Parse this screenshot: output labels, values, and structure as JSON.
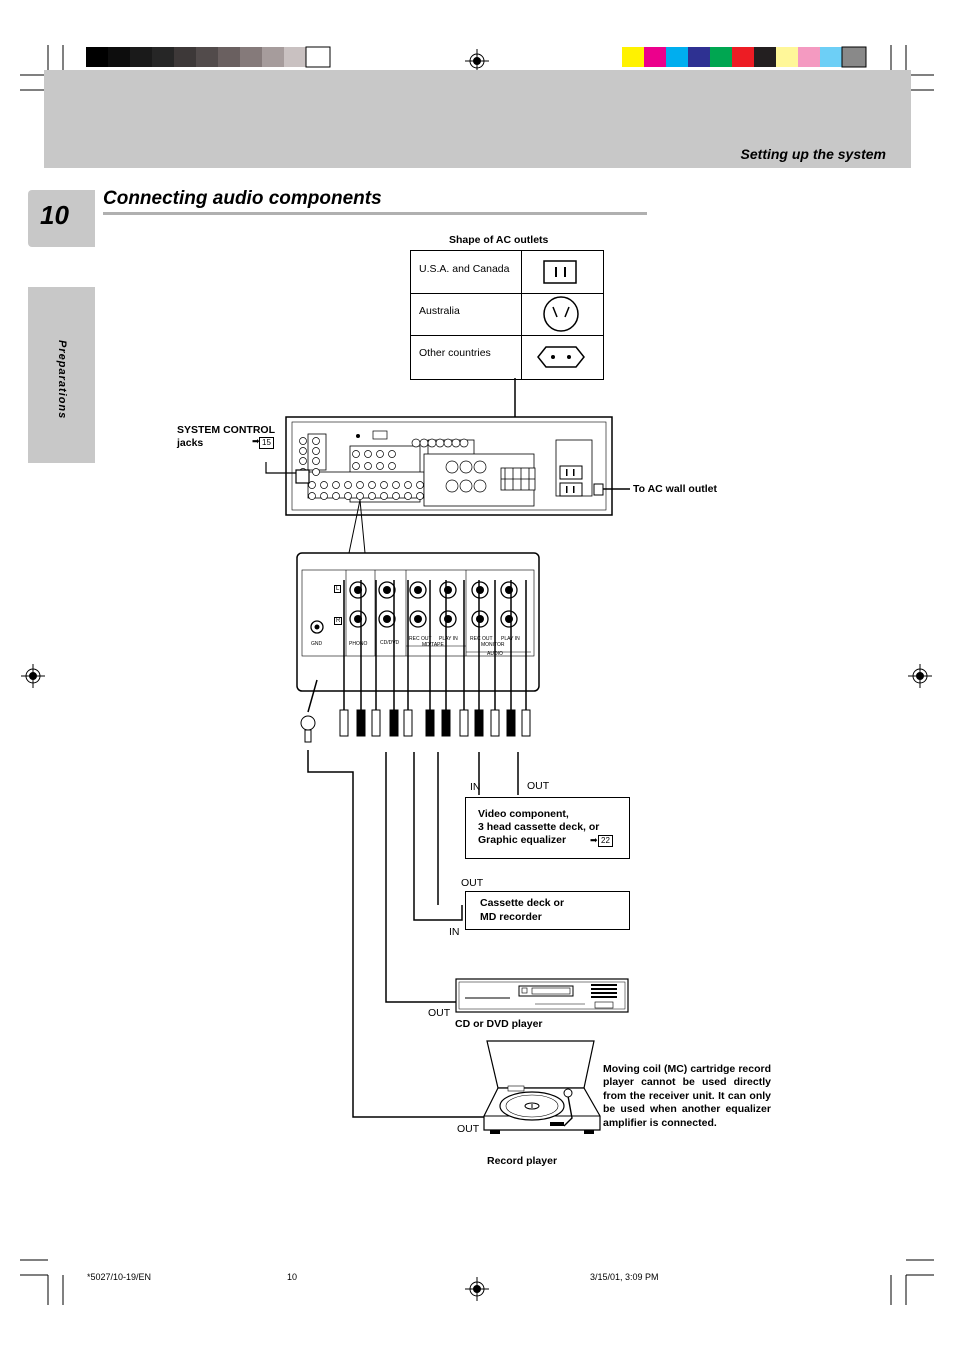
{
  "header": {
    "section": "Setting up the system"
  },
  "page": {
    "number": "10",
    "side_tab": "Preparations"
  },
  "title": "Connecting audio components",
  "ac_outlets": {
    "heading": "Shape of AC outlets",
    "rows": [
      {
        "label": "U.S.A. and Canada"
      },
      {
        "label": "Australia"
      },
      {
        "label": "Other countries"
      }
    ]
  },
  "labels": {
    "system_control": "SYSTEM CONTROL",
    "jacks": "jacks",
    "system_control_ref": "15",
    "ac_wall": "To AC wall outlet"
  },
  "jack_panel": {
    "l": "L",
    "r": "R",
    "gnd": "GND",
    "phono": "PHONO",
    "cd_dvd": "CD/DVD",
    "rec_out_1": "REC OUT",
    "play_in_1": "PLAY IN",
    "md_tape": "MD/TAPE",
    "rec_out_2": "REC OUT",
    "play_in_2": "PLAY IN",
    "monitor": "MONITOR",
    "audio": "AUDIO"
  },
  "devices": {
    "video": {
      "line1": "Video component,",
      "line2": "3 head cassette deck, or",
      "line3": "Graphic equalizer",
      "ref": "22",
      "in": "IN",
      "out": "OUT"
    },
    "cassette": {
      "line1": "Cassette deck or",
      "line2": "MD recorder",
      "out": "OUT",
      "in": "IN"
    },
    "cd": {
      "name": "CD or DVD player",
      "out": "OUT"
    },
    "record": {
      "name": "Record player",
      "out": "OUT"
    }
  },
  "note": "Moving coil (MC) cartridge record player cannot be used directly from the receiver unit. It can only be used when another equalizer amplifier is connected.",
  "footer": {
    "left": "*5027/10-19/EN",
    "center": "10",
    "right": "3/15/01, 3:09 PM"
  },
  "colors": {
    "gray_band": "#c8c8c8",
    "color_bar": [
      "#fff200",
      "#ec008c",
      "#00aeef",
      "#2e3192",
      "#00a651",
      "#ed1c24",
      "#231f20",
      "#fff799",
      "#f49ac1",
      "#6dcff6",
      "#898989"
    ],
    "gray_bar": [
      "#000000",
      "#0d0d0d",
      "#1a1a1a",
      "#262626",
      "#3d3838",
      "#524b4b",
      "#6a6060",
      "#857a7a",
      "#a69c9c",
      "#c9c1c1",
      "#e0dcdc",
      "#ffffff"
    ]
  }
}
